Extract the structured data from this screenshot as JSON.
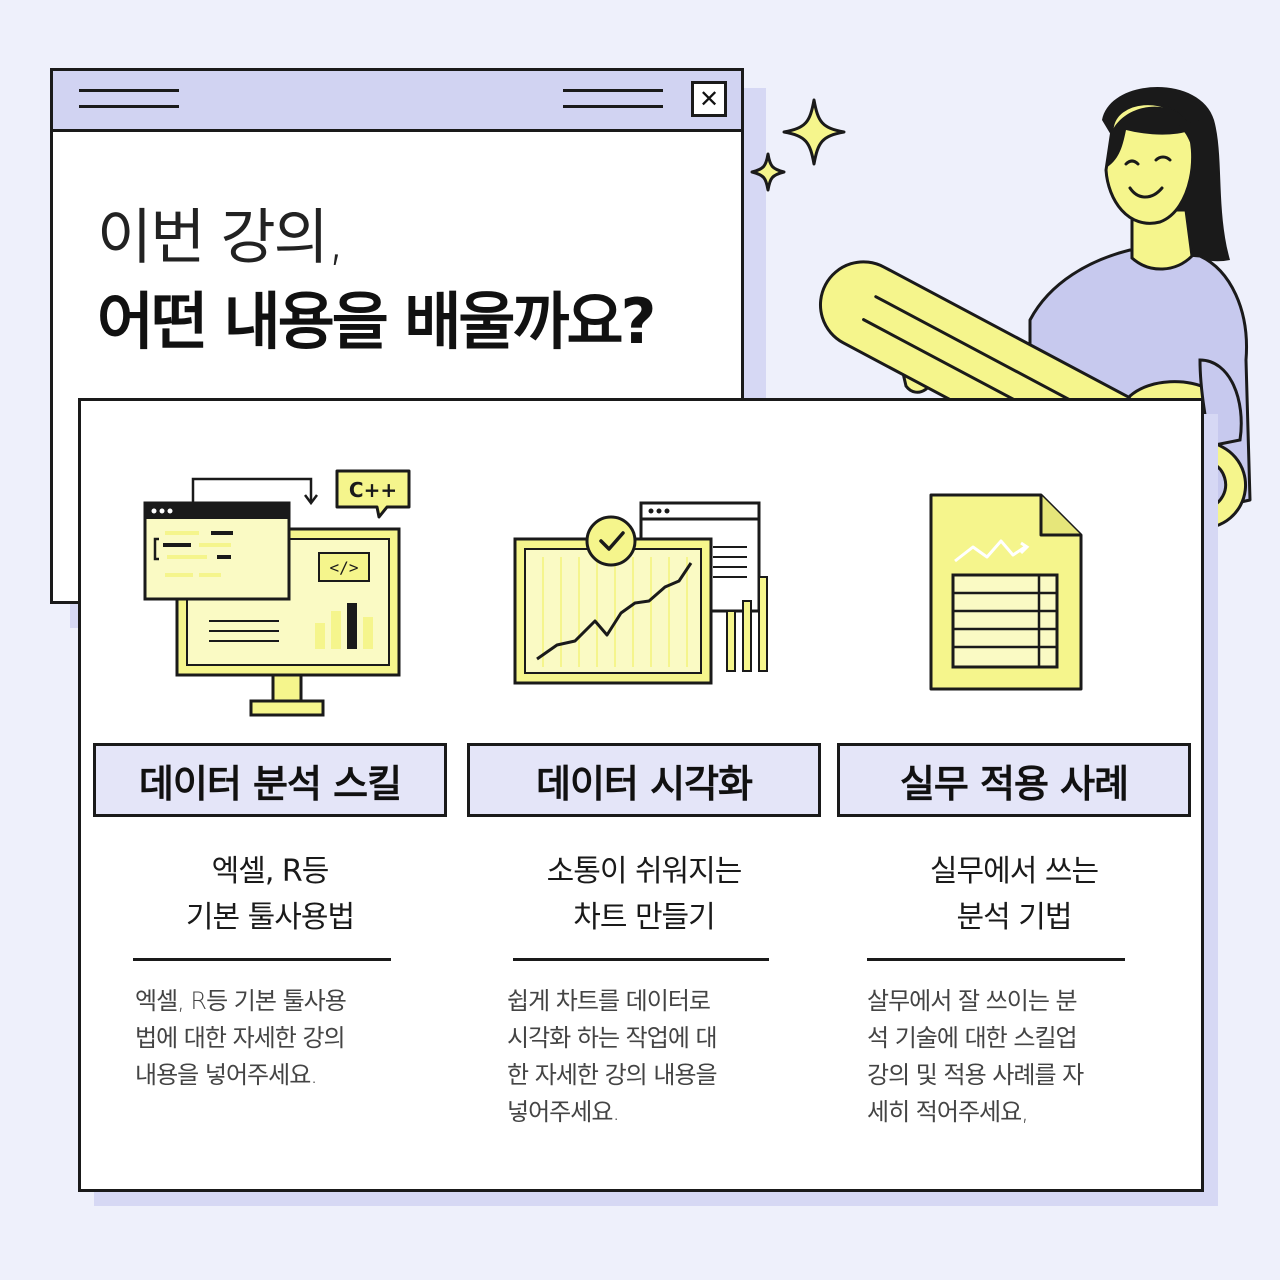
{
  "headline": {
    "line1": "이번 강의,",
    "line2": "어떤 내용을 배울까요?"
  },
  "window": {
    "close_glyph": "✕"
  },
  "columns": [
    {
      "icon": "code-monitor-icon",
      "badge_text": "C++",
      "code_tag": "</>",
      "label": "데이터 분석 스킬",
      "sub_line1": "엑셀, R등",
      "sub_line2": "기본 툴사용법",
      "desc": "엑셀, R등 기본 툴사용\n법에 대한 자세한 강의\n내용을 넣어주세요."
    },
    {
      "icon": "chart-visualization-icon",
      "label": "데이터 시각화",
      "sub_line1": "소통이 쉬워지는",
      "sub_line2": "차트 만들기",
      "desc": "쉽게 차트를 데이터로\n시각화 하는 작업에 대\n한 자세한 강의 내용을\n넣어주세요."
    },
    {
      "icon": "spreadsheet-document-icon",
      "label": "실무 적용 사례",
      "sub_line1": "실무에서 쓰는",
      "sub_line2": "분석 기법",
      "desc": "살무에서 잘 쓰이는 분\n석 기술에 대한 스킬업\n강의 및 적용 사례를 자\n세히 적어주세요,"
    }
  ],
  "colors": {
    "background": "#eef0fb",
    "accent_yellow": "#f5f58c",
    "accent_lavender": "#d1d3f2",
    "outline": "#1a1a1a"
  }
}
